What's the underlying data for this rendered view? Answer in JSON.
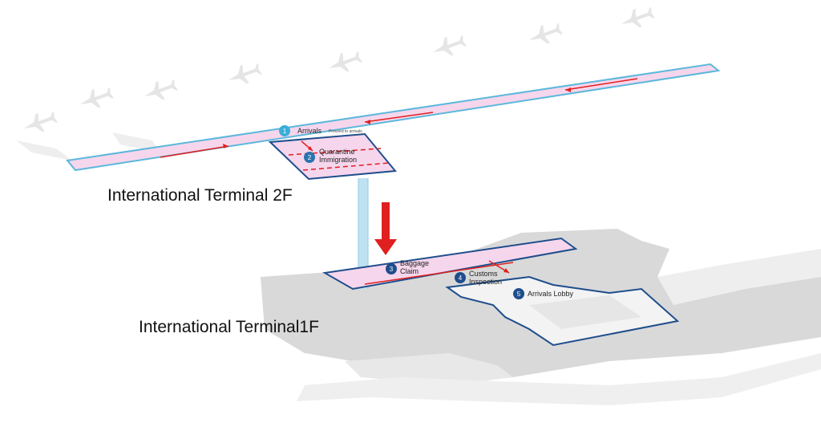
{
  "floors": {
    "upper": {
      "title": "International Terminal 2F"
    },
    "lower": {
      "title": "International Terminal1F"
    }
  },
  "steps": [
    {
      "number": "1",
      "label_lines": [
        "Arrivals"
      ],
      "note": "Proceed to arrivals"
    },
    {
      "number": "2",
      "label_lines": [
        "Quarantine",
        "Immigration"
      ]
    },
    {
      "number": "3",
      "label_lines": [
        "Baggage",
        "Claim"
      ]
    },
    {
      "number": "4",
      "label_lines": [
        "Customs",
        "Inspection"
      ]
    },
    {
      "number": "5",
      "label_lines": [
        "Arrivals Lobby"
      ]
    }
  ],
  "colors": {
    "route_outline_2f": "#5bb8dc",
    "route_outline_1f": "#1f4e8c",
    "zone_fill": "#f6d6ec",
    "direction_arrow": "#e02020",
    "badge_light": "#3aaed8",
    "badge_dark": "#1f4e8c",
    "ground": "#d4d4d4",
    "aircraft": "#e7e7e7"
  },
  "icons": [
    "aircraft-icon",
    "down-arrow-icon",
    "direction-arrow-icon"
  ]
}
